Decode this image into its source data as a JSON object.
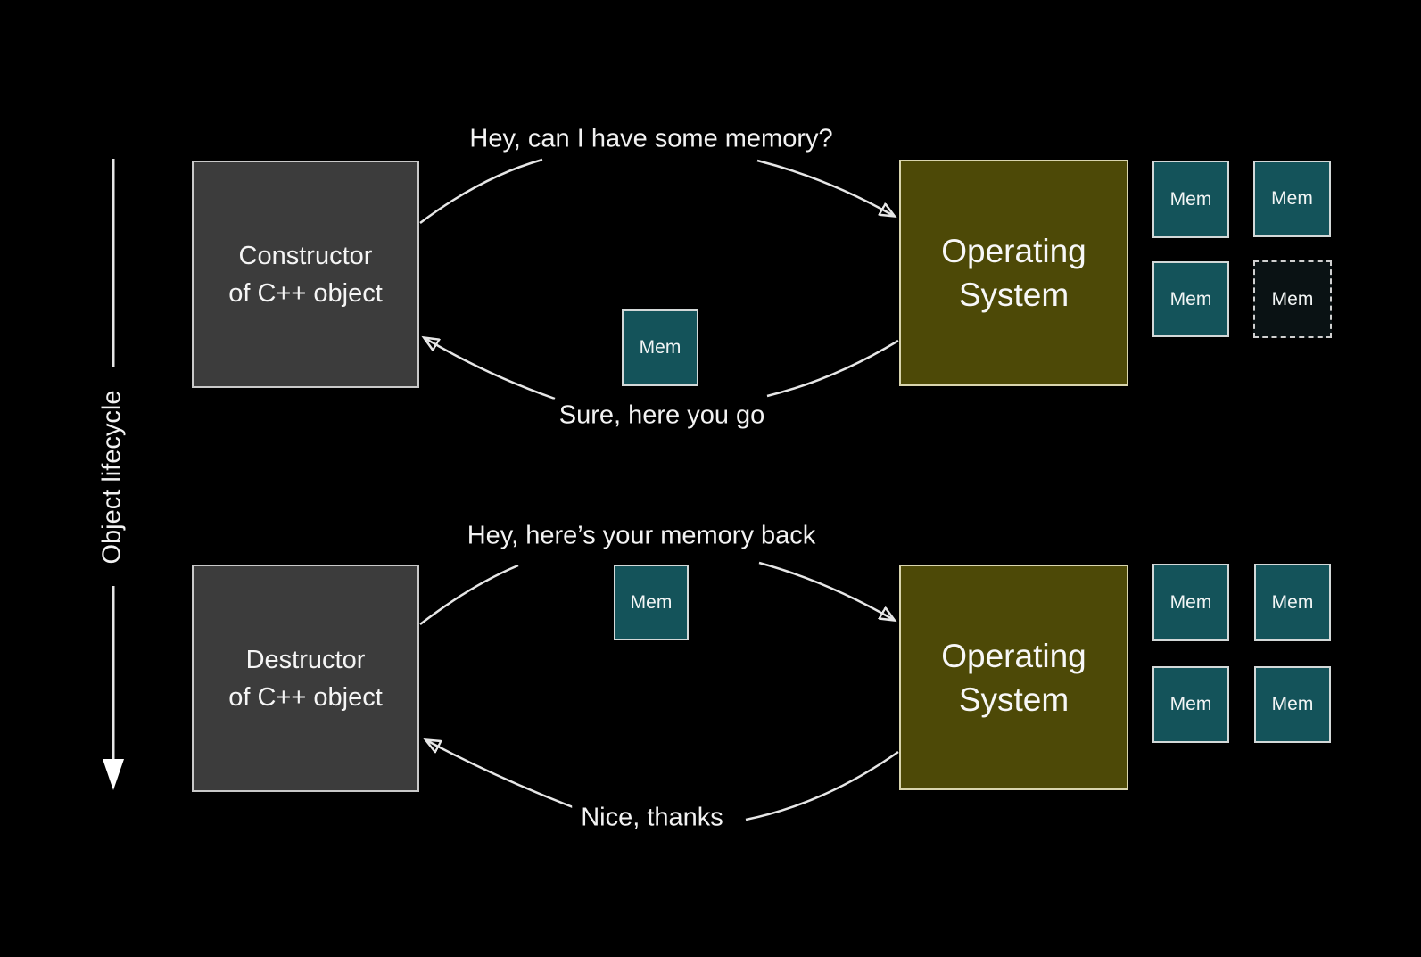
{
  "diagram": {
    "title_axis": {
      "label": "Object lifecycle"
    },
    "mem_unit": {
      "label": "Mem"
    },
    "top_section": {
      "actor": {
        "line1": "Constructor",
        "line2": "of C++ object"
      },
      "os": {
        "line1": "Operating",
        "line2": "System"
      },
      "request_label": "Hey, can I have some memory?",
      "response_label": "Sure, here you go",
      "transfer_chip": {
        "label": "Mem"
      },
      "pool": [
        {
          "label": "Mem",
          "state": "allocated"
        },
        {
          "label": "Mem",
          "state": "allocated"
        },
        {
          "label": "Mem",
          "state": "allocated"
        },
        {
          "label": "Mem",
          "state": "handed-out-dashed"
        }
      ]
    },
    "bottom_section": {
      "actor": {
        "line1": "Destructor",
        "line2": "of C++ object"
      },
      "os": {
        "line1": "Operating",
        "line2": "System"
      },
      "request_label": "Hey, here’s your memory back",
      "response_label": "Nice, thanks",
      "transfer_chip": {
        "label": "Mem"
      },
      "pool": [
        {
          "label": "Mem",
          "state": "allocated"
        },
        {
          "label": "Mem",
          "state": "allocated"
        },
        {
          "label": "Mem",
          "state": "allocated"
        },
        {
          "label": "Mem",
          "state": "allocated"
        }
      ]
    },
    "colors": {
      "background": "#000000",
      "actor_box_fill": "#3c3c3c",
      "actor_box_border": "#c9c9c9",
      "os_box_fill": "#4d4907",
      "os_box_border": "#d9d5ae",
      "mem_fill": "#14535a",
      "mem_border": "#d3d8d8",
      "mem_dashed_fill": "#0a1214",
      "arrow_stroke": "#e6e6e6",
      "text": "#f2f2f2"
    }
  }
}
